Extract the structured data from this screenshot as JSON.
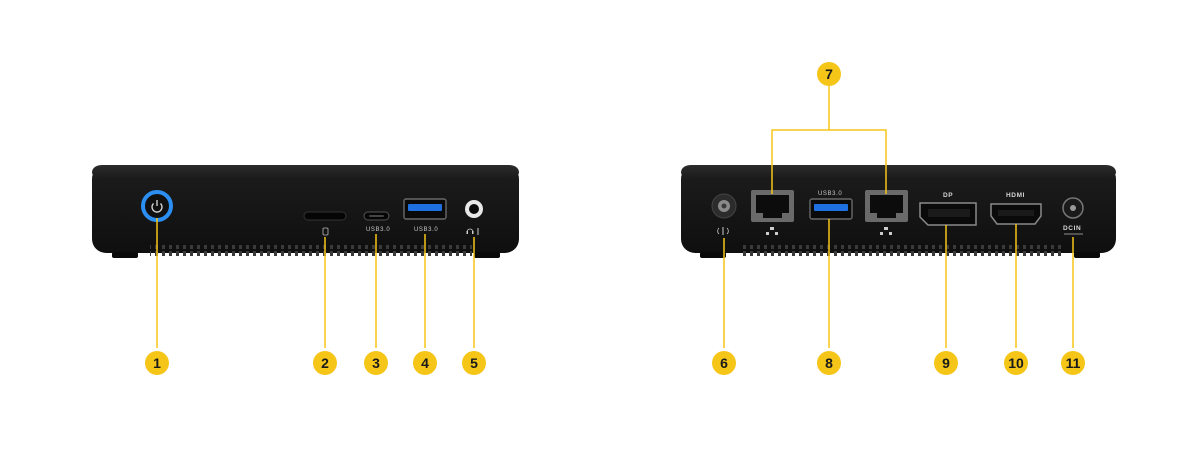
{
  "colors": {
    "accent": "#f5c518",
    "body": "#151515",
    "power_ring": "#2b8ef0"
  },
  "front_panel": {
    "port_labels": {
      "usb_c": "USB3.0",
      "usb_a": "USB3.0"
    },
    "callouts": [
      {
        "number": "1",
        "target": "power-button"
      },
      {
        "number": "2",
        "target": "sd-card-slot"
      },
      {
        "number": "3",
        "target": "usb-c-port"
      },
      {
        "number": "4",
        "target": "usb-a-port"
      },
      {
        "number": "5",
        "target": "audio-jack"
      }
    ]
  },
  "rear_panel": {
    "port_labels": {
      "usb_a": "USB3.0",
      "displayport": "DP",
      "hdmi": "HDMI",
      "dc_in": "DCIN"
    },
    "callouts": [
      {
        "number": "6",
        "target": "antenna-connector"
      },
      {
        "number": "7",
        "target": "ethernet-ports"
      },
      {
        "number": "8",
        "target": "usb-a-port"
      },
      {
        "number": "9",
        "target": "displayport"
      },
      {
        "number": "10",
        "target": "hdmi-port"
      },
      {
        "number": "11",
        "target": "dc-in-jack"
      }
    ]
  }
}
